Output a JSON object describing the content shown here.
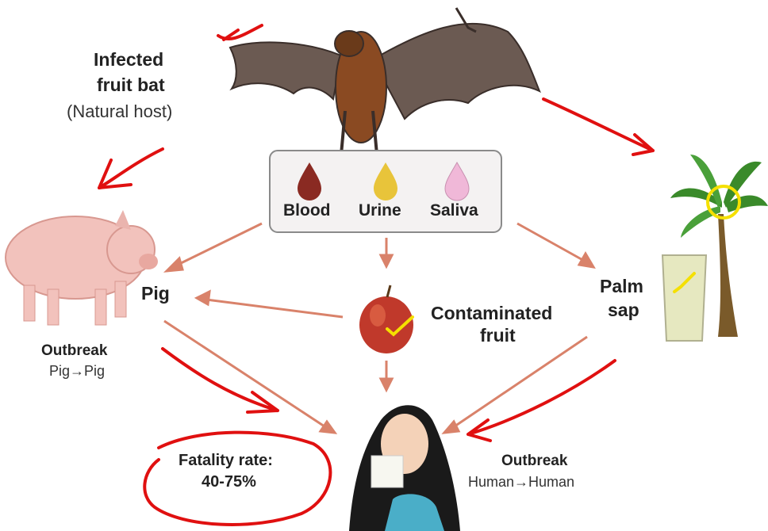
{
  "bat": {
    "title_line1": "Infected",
    "title_line2": "fruit bat",
    "subtitle": "(Natural host)"
  },
  "fluids": [
    {
      "label": "Blood",
      "color": "#8a2a22"
    },
    {
      "label": "Urine",
      "color": "#e8c43a"
    },
    {
      "label": "Saliva",
      "color": "#f0b8d8"
    }
  ],
  "pig": {
    "label": "Pig",
    "outbreak_title": "Outbreak",
    "outbreak_sub": "Pig→Pig"
  },
  "fruit": {
    "line1": "Contaminated",
    "line2": "fruit"
  },
  "palm": {
    "line1": "Palm",
    "line2": "sap"
  },
  "human": {
    "outbreak_title": "Outbreak",
    "outbreak_sub": "Human→Human"
  },
  "fatality": {
    "line1": "Fatality rate:",
    "line2": "40-75%"
  },
  "colors": {
    "arrow": "#d9826a",
    "annotation_red": "#e01010",
    "annotation_yellow": "#f5e000"
  }
}
